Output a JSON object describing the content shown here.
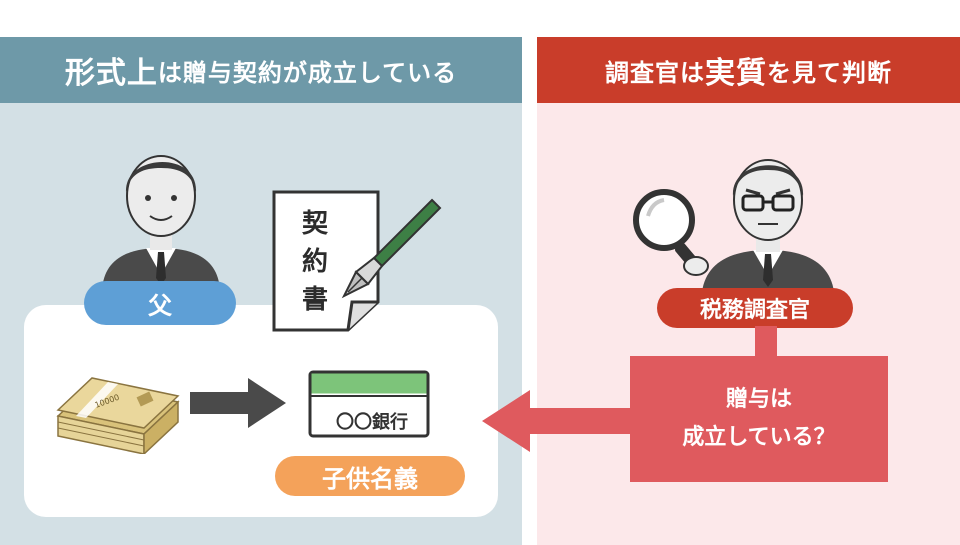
{
  "left_panel": {
    "title_big": "形式上",
    "title_rest": "は贈与契約が成立している",
    "father_label": "父",
    "contract_label": [
      "契",
      "約",
      "書"
    ],
    "bank_label": "〇〇銀行",
    "account_owner_label": "子供名義",
    "banknote_label": "10000"
  },
  "right_panel": {
    "title_pre": "調査官は",
    "title_big": "実質",
    "title_post": "を見て判断",
    "inspector_label": "税務調査官",
    "verdict_lines": [
      "贈与は",
      "成立している？"
    ]
  },
  "colors": {
    "left_header": "#6e99a8",
    "left_bg": "#d3e0e5",
    "right_header": "#c93d2a",
    "right_bg": "#fce8ea",
    "father_pill": "#5e9fd6",
    "name_pill": "#f4a25a",
    "verdict_box": "#df5a5e",
    "arrow_dark": "#4a4a4a",
    "arrow_red": "#df5a5e"
  }
}
